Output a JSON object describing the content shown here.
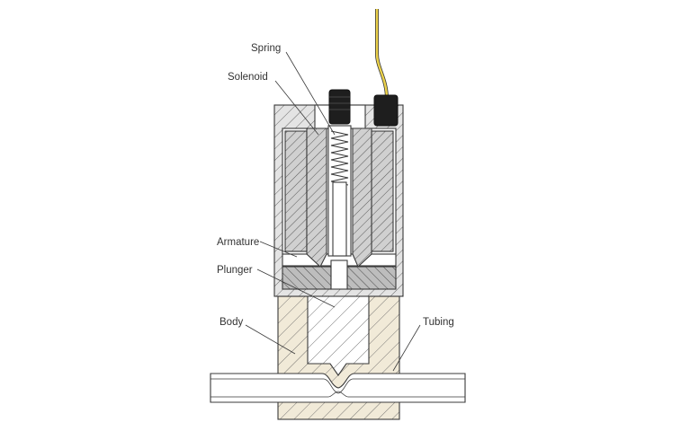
{
  "labels": {
    "spring": "Spring",
    "solenoid": "Solenoid",
    "armature": "Armature",
    "plunger": "Plunger",
    "body": "Body",
    "tubing": "Tubing"
  },
  "colors": {
    "background": "#ffffff",
    "housing": "#e4e4e4",
    "coil": "#d0d0d0",
    "armature": "#bdbdbd",
    "body": "#f1ead8",
    "terminal": "#1e1e1e",
    "wire": "#ecd24a",
    "outline": "#3a3a3a"
  }
}
